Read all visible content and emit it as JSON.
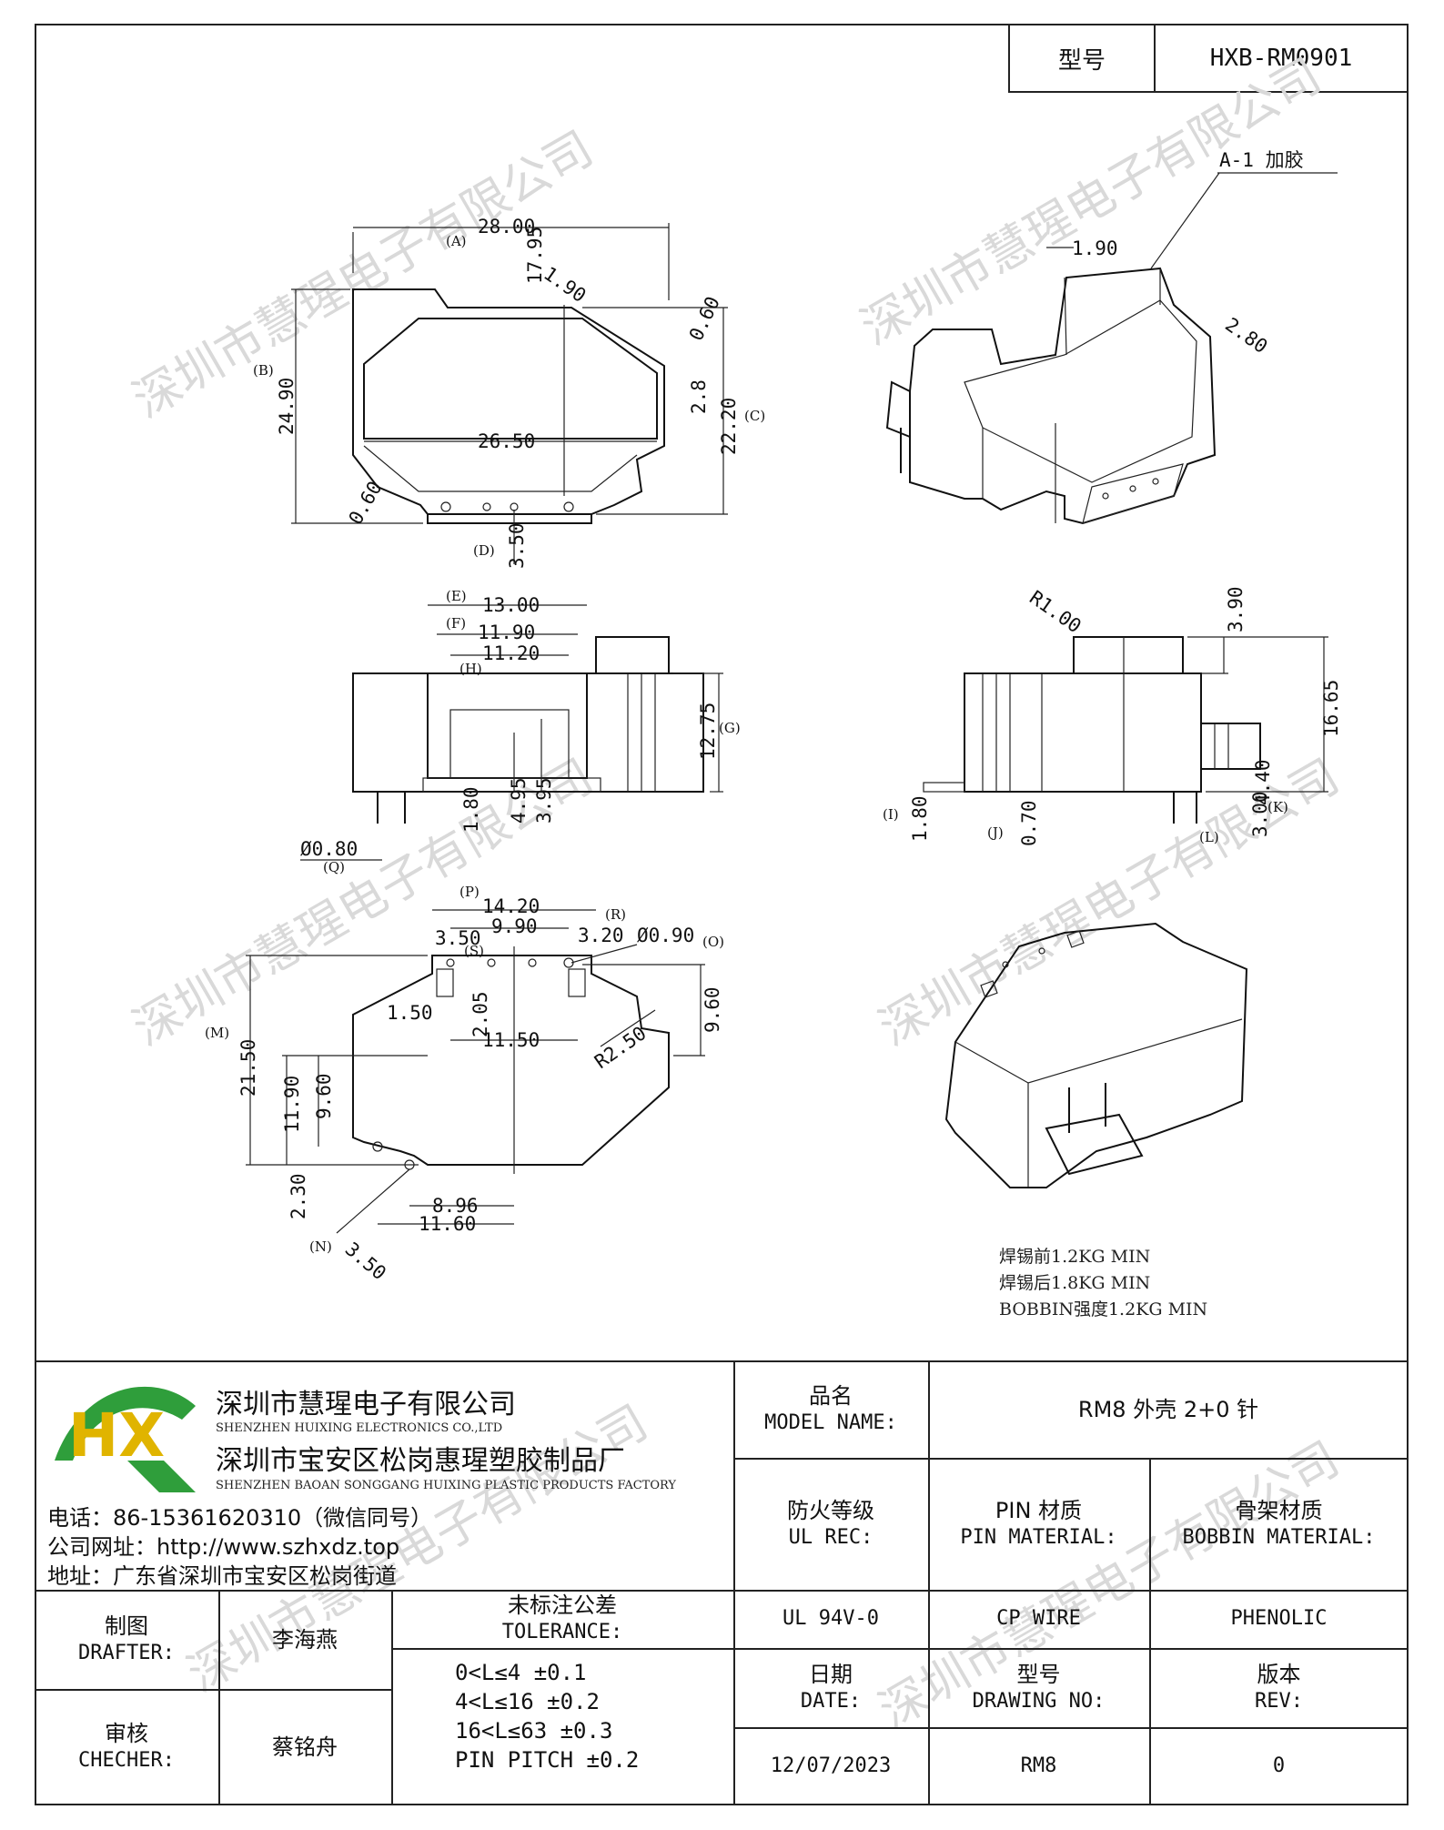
{
  "header": {
    "model_label": "型号",
    "model_value": "HXB-RM0901"
  },
  "dimensions": {
    "top_view": {
      "A": "(A)",
      "A_value": "28.00",
      "B": "(B)",
      "B_value": "24.90",
      "C": "(C)",
      "C_value": "22.20",
      "D": "(D)",
      "D_value": "3.50",
      "v1_90": "1.90",
      "v0_60a": "0.60",
      "v17_95": "17.95",
      "v2_8": "2.8",
      "v26_50": "26.50",
      "v0_60b": "0.60"
    },
    "iso_top": {
      "glue_note": "A-1 加胶",
      "v1_90": "1.90",
      "v2_80": "2.80"
    },
    "front_view": {
      "E": "(E)",
      "E_value": "13.00",
      "F": "(F)",
      "F_value": "11.90",
      "H": "(H)",
      "H_value": "11.20",
      "G": "(G)",
      "G_value": "12.75",
      "v1_80": "1.80",
      "v4_95": "4.95",
      "v3_95": "3.95",
      "Q": "(Q)",
      "Q_value": "Ø0.80"
    },
    "side_view": {
      "R1": "R1.00",
      "v3_90": "3.90",
      "v16_65": "16.65",
      "v4_40": "4.40",
      "K": "(K)",
      "v3_00": "3.00",
      "L": "(L)",
      "I": "(I)",
      "I_value": "1.80",
      "J": "(J)",
      "J_value": "0.70"
    },
    "bottom_view": {
      "P": "(P)",
      "P_value": "14.20",
      "v9_90": "9.90",
      "R": "(R)",
      "R_value": "3.20",
      "v3_50": "3.50",
      "S": "(S)",
      "O": "(O)",
      "O_value": "Ø0.90",
      "v1_50": "1.50",
      "v2_05": "2.05",
      "v11_50": "11.50",
      "v9_60a": "9.60",
      "R2_50": "R2.50",
      "M": "(M)",
      "M_value": "21.50",
      "v11_90": "11.90",
      "v9_60b": "9.60",
      "v2_30": "2.30",
      "v8_96": "8.96",
      "v11_60": "11.60",
      "N": "(N)",
      "N_value": "3.50"
    }
  },
  "notes": [
    "焊锡前1.2KG MIN",
    "焊锡后1.8KG MIN",
    "BOBBIN强度1.2KG MIN"
  ],
  "watermark": "深圳市慧瑆电子有限公司",
  "title_block": {
    "logo_letters": "HX",
    "company_cn_1": "深圳市慧瑆电子有限公司",
    "company_en_1": "SHENZHEN HUIXING ELECTRONICS CO.,LTD",
    "company_cn_2": "深圳市宝安区松岗惠瑆塑胶制品厂",
    "company_en_2": "SHENZHEN BAOAN SONGGANG HUIXING PLASTIC PRODUCTS FACTORY",
    "phone": "电话：86-15361620310（微信同号）",
    "website": "公司网址：http://www.szhxdz.top",
    "address": "地址：广东省深圳市宝安区松岗街道",
    "model_name_cn": "品名",
    "model_name_en": "MODEL NAME:",
    "model_name_value": "RM8 外壳 2+0 针",
    "ul_cn": "防火等级",
    "ul_en": "UL REC:",
    "ul_value": "UL 94V-0",
    "pin_cn": "PIN 材质",
    "pin_en": "PIN MATERIAL:",
    "pin_value": "CP WIRE",
    "bobbin_cn": "骨架材质",
    "bobbin_en": "BOBBIN MATERIAL:",
    "bobbin_value": "PHENOLIC",
    "drafter_cn": "制图",
    "drafter_en": "DRAFTER:",
    "drafter_value": "李海燕",
    "checker_cn": "审核",
    "checker_en": "CHECHER:",
    "checker_value": "蔡铭舟",
    "tolerance_cn": "未标注公差",
    "tolerance_en": "TOLERANCE:",
    "tolerances": [
      "0<L≤4   ±0.1",
      "4<L≤16  ±0.2",
      "16<L≤63  ±0.3",
      "PIN PITCH  ±0.2"
    ],
    "date_cn": "日期",
    "date_en": "DATE:",
    "date_value": "12/07/2023",
    "drawing_cn": "型号",
    "drawing_en": "DRAWING NO:",
    "drawing_value": "RM8",
    "rev_cn": "版本",
    "rev_en": "REV:",
    "rev_value": "0"
  }
}
